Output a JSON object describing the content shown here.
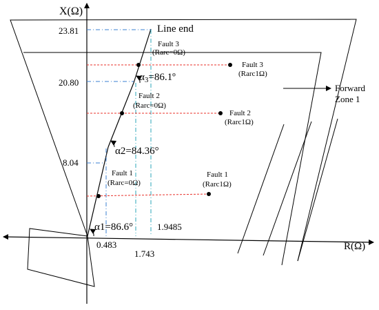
{
  "axes": {
    "x_label": "X(Ω)",
    "r_label": "R(Ω)"
  },
  "ticks": {
    "x_23_81": "23.81",
    "x_20_80": "20.80",
    "x_8_04": "8.04",
    "r_0_483": "0.483",
    "r_1_743": "1.743",
    "r_1_9485": "1.9485"
  },
  "line": {
    "end_label": "Line end",
    "alpha1": "α1=86.6°",
    "alpha2": "α2=84.36°",
    "alpha3_symbol": "α",
    "alpha3_sub": "3",
    "alpha3_value": "=86.1º"
  },
  "faults": {
    "f1_title": "Fault 1",
    "f1_rarc0": "(Rarc=0Ω)",
    "f1_r_title": "Fault 1",
    "f1_rarc1": "(Rarc1Ω)",
    "f2_title": "Fault 2",
    "f2_rarc0": "(Rarc=0Ω)",
    "f2_r_title": "Fault 2",
    "f2_rarc1": "(Rarc1Ω)",
    "f3_title": "Fault 3",
    "f3_rarc0": "(Rarc=0Ω)",
    "f3_r_title": "Fault 3",
    "f3_rarc1": "(Rarc1Ω)"
  },
  "zone": {
    "line1": "Forward",
    "line2": "Zone 1"
  },
  "colors": {
    "lines": "#000000",
    "fault_projection": "#e8302a",
    "blue_projection": "#3a7fd0",
    "teal_projection": "#2aa6b8"
  }
}
